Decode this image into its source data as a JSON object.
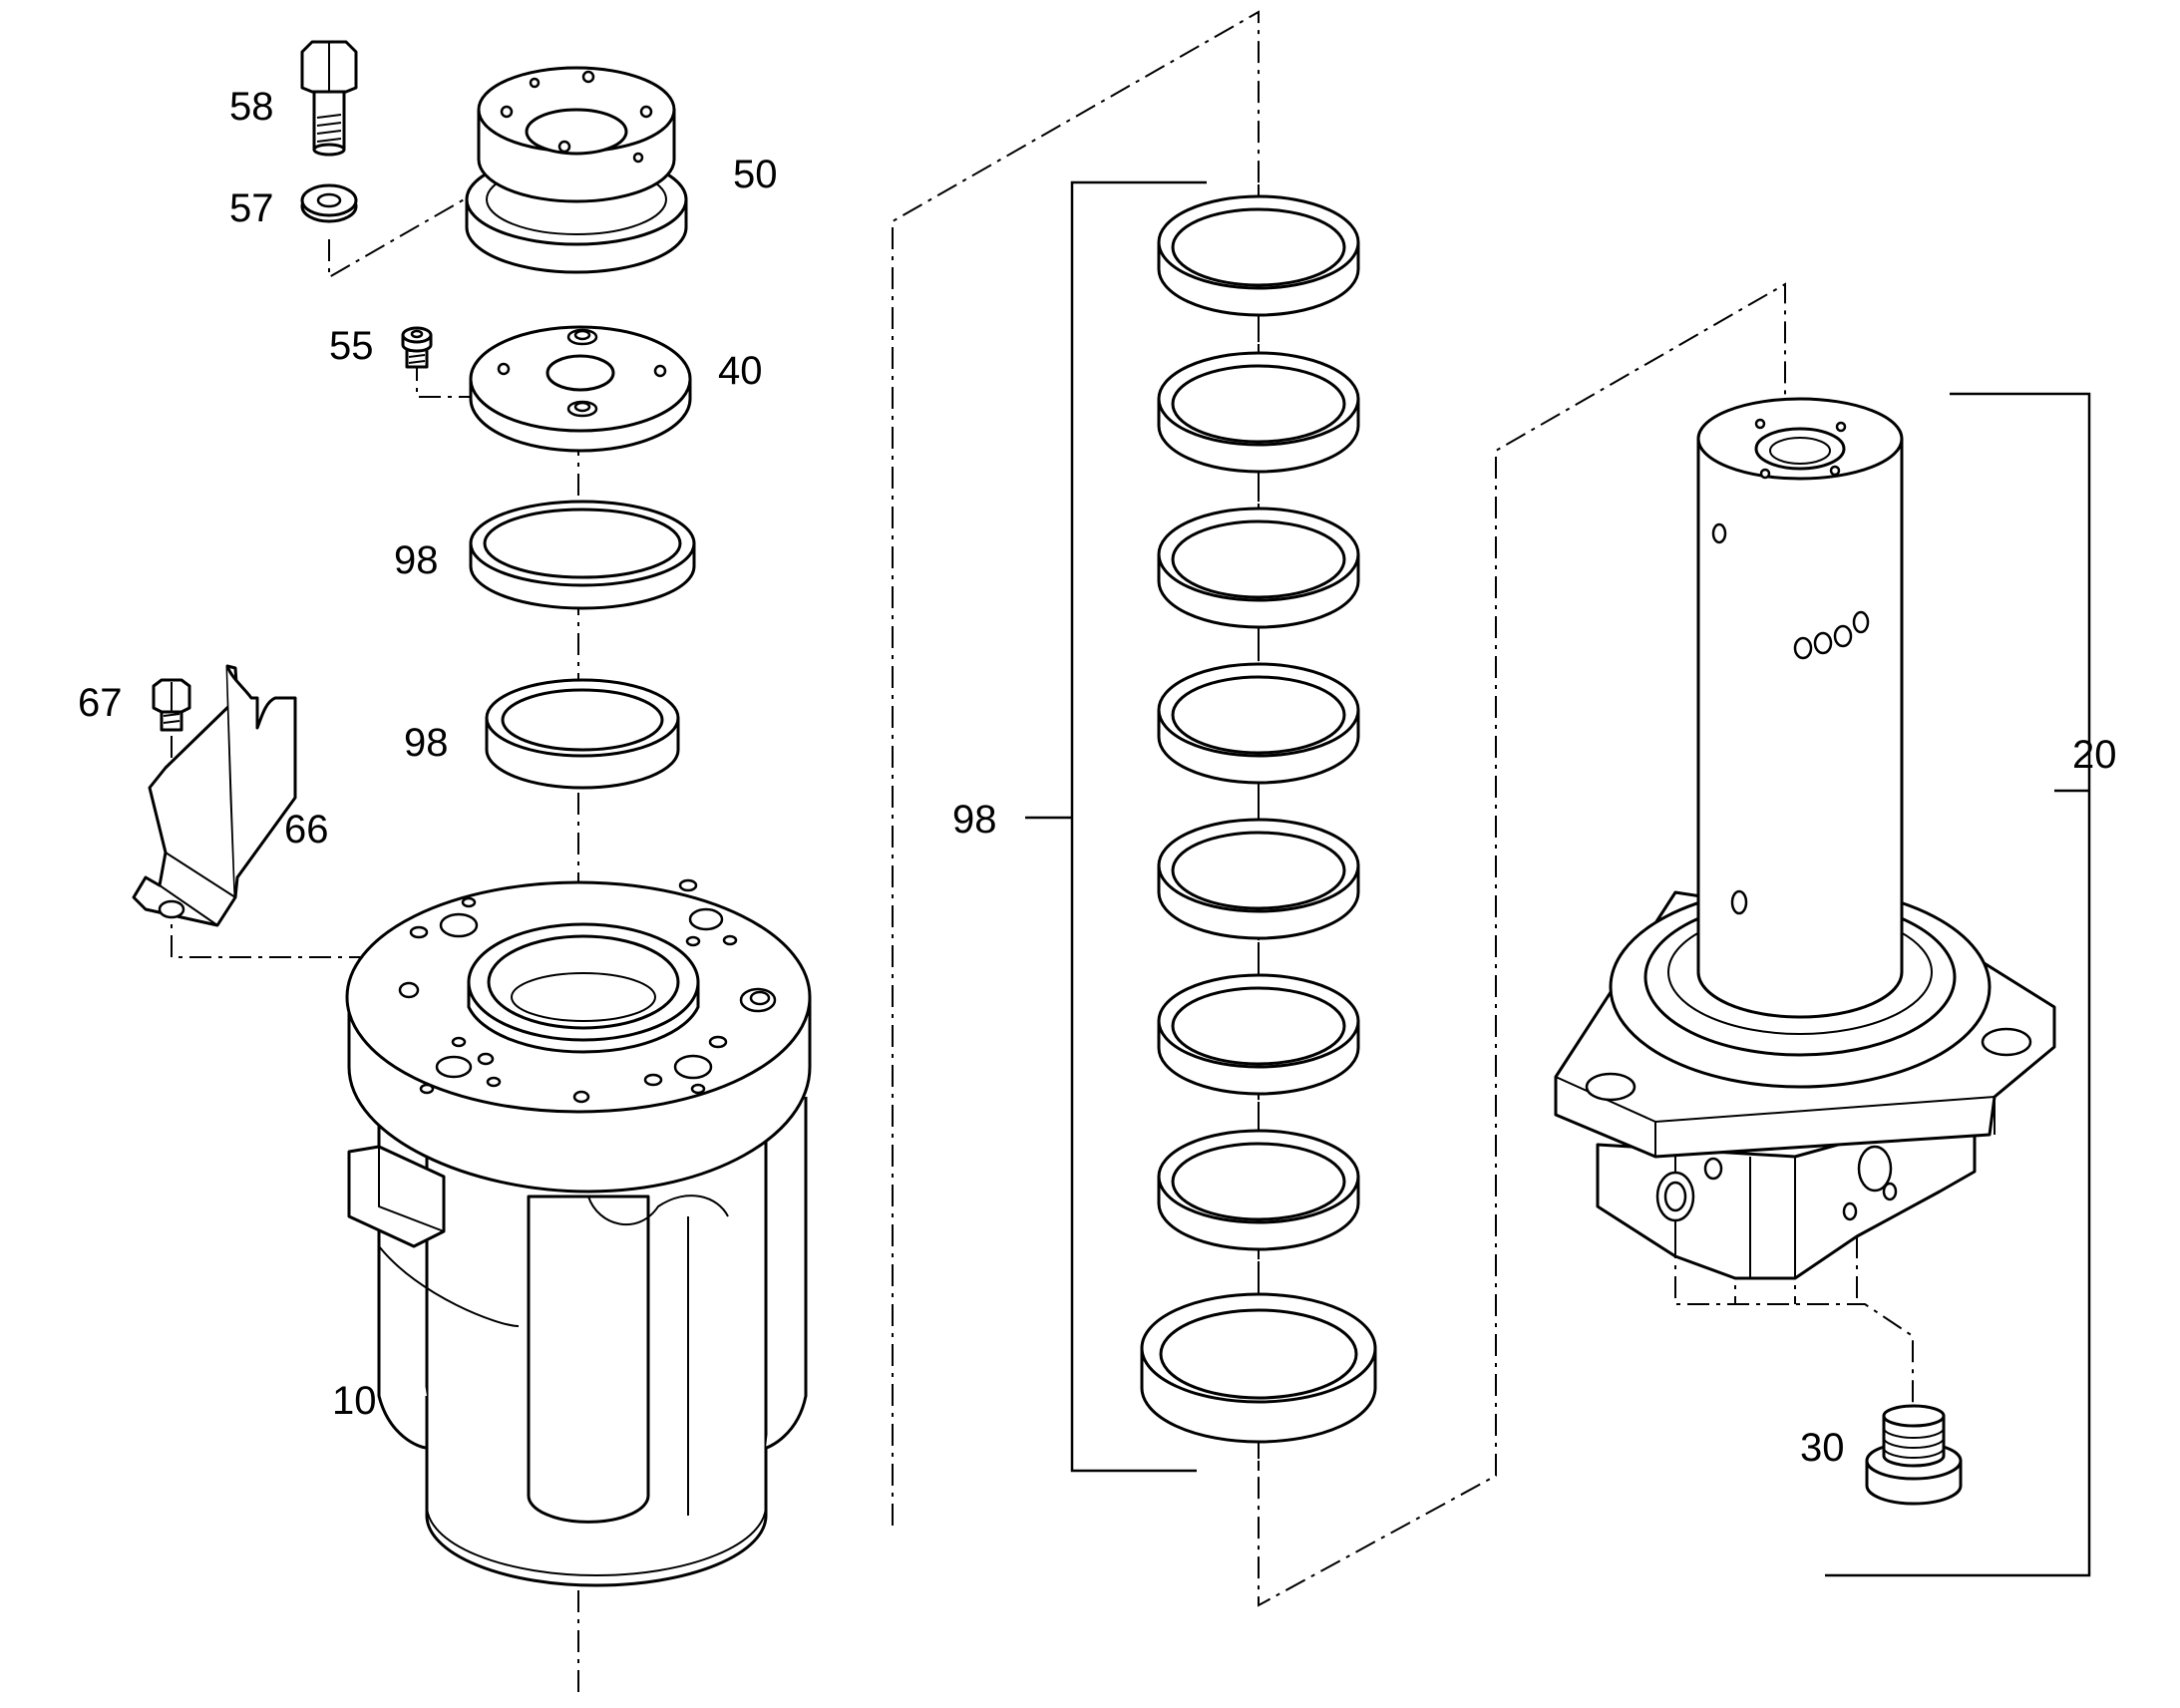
{
  "callouts": {
    "c58": "58",
    "c57": "57",
    "c50": "50",
    "c55": "55",
    "c40": "40",
    "c98a": "98",
    "c98b": "98",
    "c98c": "98",
    "c67": "67",
    "c66": "66",
    "c10": "10",
    "c20": "20",
    "c30": "30"
  }
}
